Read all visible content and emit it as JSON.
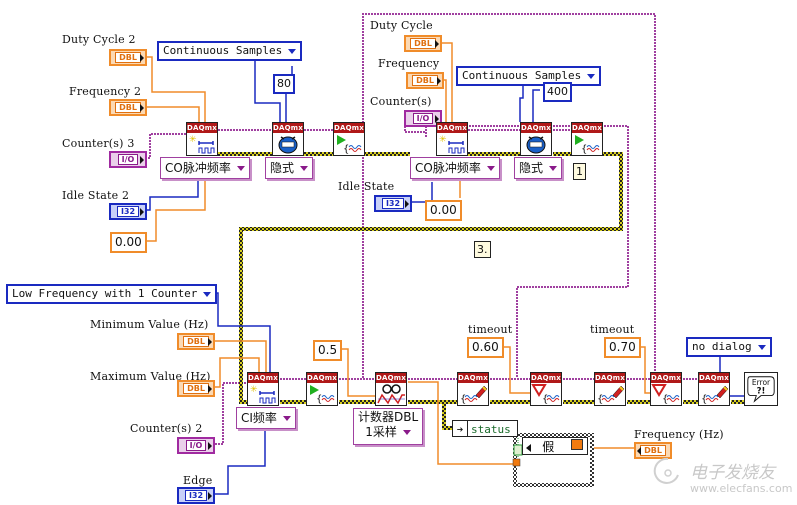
{
  "diagram": {
    "type": "LabVIEW block diagram",
    "frames": [
      {
        "id": "inner-loop-1",
        "iteration_terminal": "1"
      },
      {
        "id": "outer-loop",
        "iteration_terminal": "3."
      }
    ]
  },
  "controls": {
    "duty_cycle_2": {
      "label": "Duty Cycle 2",
      "type": "DBL"
    },
    "frequency_2": {
      "label": "Frequency 2",
      "type": "DBL"
    },
    "counters_3": {
      "label": "Counter(s) 3",
      "type": "I/O"
    },
    "idle_state_2": {
      "label": "Idle State 2",
      "type": "I32"
    },
    "duty_cycle": {
      "label": "Duty Cycle",
      "type": "DBL"
    },
    "frequency": {
      "label": "Frequency",
      "type": "DBL"
    },
    "counters": {
      "label": "Counter(s)",
      "type": "I/O"
    },
    "idle_state": {
      "label": "Idle State",
      "type": "I32"
    },
    "low_freq_ring": {
      "value": "Low Frequency with 1 Counter"
    },
    "min_value": {
      "label": "Minimum Value (Hz)",
      "type": "DBL"
    },
    "max_value": {
      "label": "Maximum Value (Hz)",
      "type": "DBL"
    },
    "counters_2": {
      "label": "Counter(s) 2",
      "type": "I/O"
    },
    "edge": {
      "label": "Edge",
      "type": "I32"
    }
  },
  "constants": {
    "continuous_samples_1": "Continuous Samples",
    "continuous_samples_2": "Continuous Samples",
    "samples_80": "80",
    "samples_400": "400",
    "initial_delay_1": "0.00",
    "initial_delay_2": "0.00",
    "read_timeout_half": "0.5",
    "timeout_1_label": "timeout",
    "timeout_1": "0.60",
    "timeout_2_label": "timeout",
    "timeout_2": "0.70",
    "no_dialog": "no dialog"
  },
  "polymorphic_selectors": {
    "co_pulse_freq_1": "CO脉冲频率",
    "timing_implicit_1": "隐式",
    "co_pulse_freq_2": "CO脉冲频率",
    "timing_implicit_2": "隐式",
    "ci_freq": "CI频率",
    "read_counter_line1": "计数器DBL",
    "read_counter_line2": "1采样"
  },
  "vi_nodes": {
    "header": "DAQmx",
    "error_label_1": "Error",
    "error_label_2": "?!"
  },
  "unbundle": {
    "field": "status"
  },
  "case_structure": {
    "selector": "假"
  },
  "indicators": {
    "frequency_hz": {
      "label": "Frequency (Hz)",
      "type": "DBL"
    }
  },
  "watermark": {
    "title": "电子发烧友",
    "url": "www.elecfans.com"
  },
  "colors": {
    "dbl_wire": "#f08c2a",
    "task_wire": "#a040a0",
    "error_wire": "#d8d020",
    "i32_wire": "#1a2ac0",
    "daqmx_header": "#b01818"
  }
}
